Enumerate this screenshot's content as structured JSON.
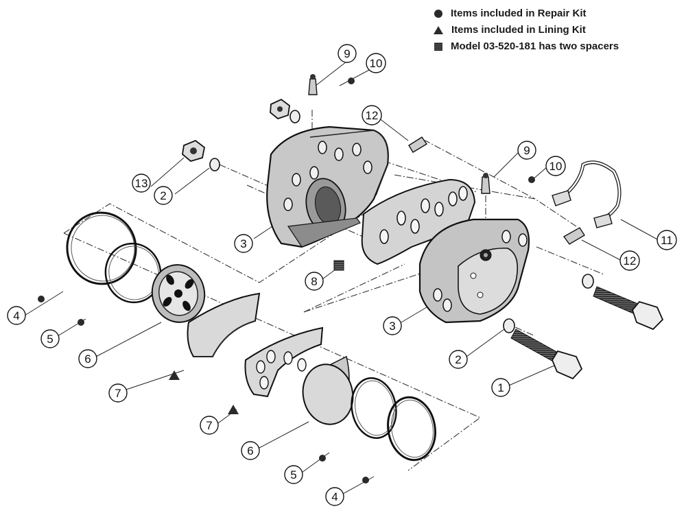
{
  "legend": {
    "repair_kit": "Items included in Repair Kit",
    "lining_kit": "Items included in Lining Kit",
    "spacers": "Model 03-520-181 has two spacers"
  },
  "callouts": {
    "c1": "1",
    "c2a": "2",
    "c2b": "2",
    "c3a": "3",
    "c3b": "3",
    "c4a": "4",
    "c4b": "4",
    "c5a": "5",
    "c5b": "5",
    "c6a": "6",
    "c6b": "6",
    "c7a": "7",
    "c7b": "7",
    "c8": "8",
    "c9a": "9",
    "c9b": "9",
    "c10a": "10",
    "c10b": "10",
    "c11": "11",
    "c12a": "12",
    "c12b": "12",
    "c13": "13"
  }
}
